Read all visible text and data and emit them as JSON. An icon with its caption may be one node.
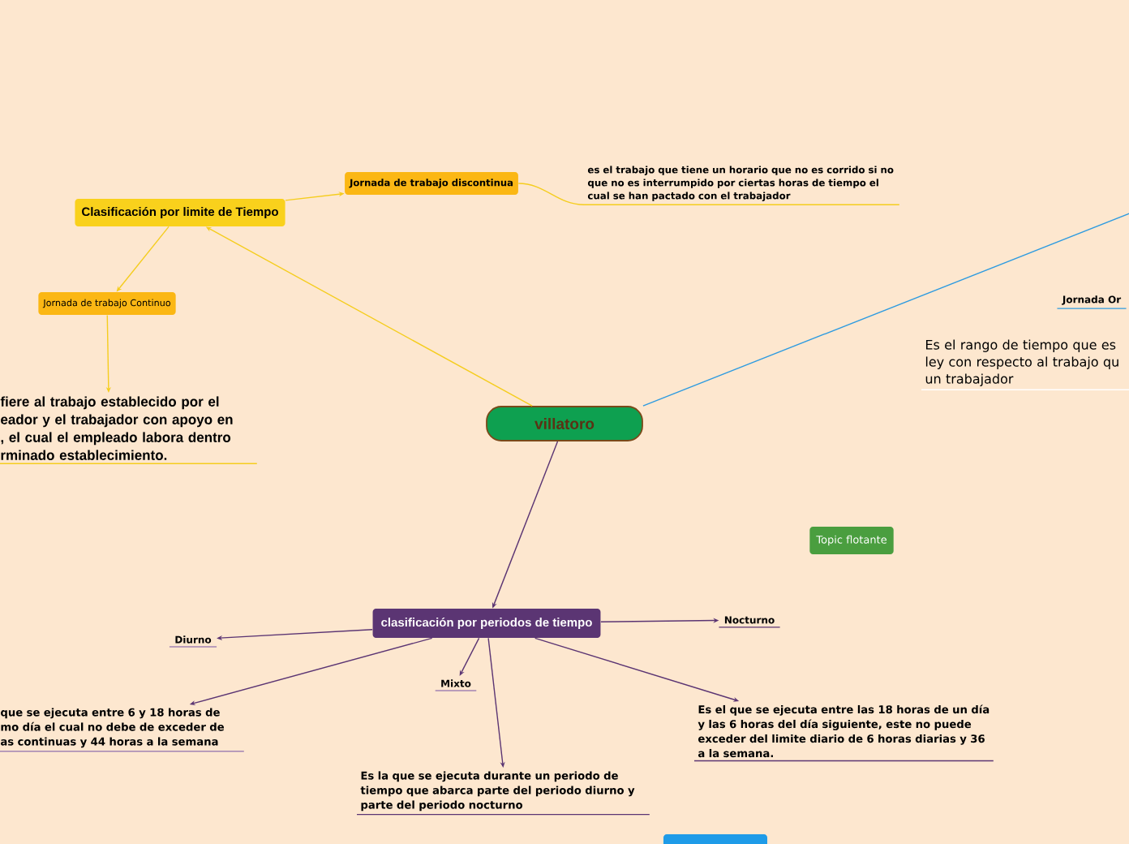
{
  "diagram": {
    "nodes": [
      {
        "text": [
          "villatoro"
        ]
      },
      {
        "text": [
          "Clasificación por limite de Tiempo"
        ]
      },
      {
        "text": [
          "Jornada de trabajo discontinua"
        ]
      },
      {
        "text": [
          "es el trabajo que tiene un horario que no es corrido  si no que no es interrumpido por ciertas horas de tiempo el cual se han pactado con el trabajador"
        ]
      },
      {
        "text": [
          "Jornada de trabajo Continuo"
        ]
      },
      {
        "text": [
          "fiere al trabajo establecido por el eador y el trabajador con apoyo en , el cual el empleado labora dentro rminado establecimiento."
        ]
      },
      {
        "text": [
          "Jornada Or"
        ]
      },
      {
        "text": [
          "Es el rango de tiempo que es ley con respecto al trabajo qu un trabajador"
        ]
      },
      {
        "text": [
          "Topic flotante"
        ]
      },
      {
        "text": [
          "clasificación por periodos de tiempo"
        ]
      },
      {
        "text": [
          "Diurno"
        ]
      },
      {
        "text": [
          "que se ejecuta entre 6 y 18 horas de mo día el cual no debe de exceder de as continuas y 44 horas a la semana"
        ]
      },
      {
        "text": [
          "Mixto"
        ]
      },
      {
        "text": [
          "Es la que se ejecuta durante un periodo de tiempo que abarca parte del periodo diurno y parte del periodo nocturno"
        ]
      },
      {
        "text": [
          "Nocturno"
        ]
      },
      {
        "text": [
          "Es el que se ejecuta entre las 18 horas de un día y las 6 horas del día siguiente, este no puede exceder del limite diario de 6 horas diarias y 36 a la semana."
        ]
      },
      {
        "text": [],
        "shape": "box"
      }
    ],
    "edges": [
      {
        "from": 0,
        "to": 1,
        "arrow": "to",
        "color": "#f5cd1e"
      },
      {
        "from": 1,
        "to": 2,
        "arrow": "to",
        "color": "#f5cd1e"
      },
      {
        "from": 2,
        "to": 3,
        "arrow": "none",
        "color": "#f5cd1e"
      },
      {
        "from": 1,
        "to": 4,
        "arrow": "to",
        "color": "#f5cd1e"
      },
      {
        "from": 4,
        "to": 5,
        "arrow": "to",
        "color": "#f5cd1e"
      },
      {
        "from": 0,
        "to": null,
        "arrow": "none",
        "color": "#2e9be0"
      },
      {
        "from": 0,
        "to": 9,
        "arrow": "to"
      },
      {
        "from": 9,
        "to": 10,
        "arrow": "to"
      },
      {
        "from": 9,
        "to": 11,
        "arrow": "to"
      },
      {
        "from": 9,
        "to": 12,
        "arrow": "to"
      },
      {
        "from": 9,
        "to": 13,
        "arrow": "to"
      },
      {
        "from": 9,
        "to": 14,
        "arrow": "to"
      },
      {
        "from": 9,
        "to": 15,
        "arrow": "to"
      }
    ]
  }
}
